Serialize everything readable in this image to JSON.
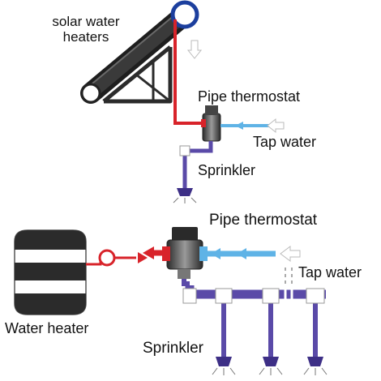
{
  "top_system": {
    "solar_label_line1": "solar water",
    "solar_label_line2": "heaters",
    "thermostat_label": "Pipe thermostat",
    "tap_label": "Tap water",
    "sprinkler_label": "Sprinkler"
  },
  "bottom_system": {
    "thermostat_label": "Pipe thermostat",
    "tap_label": "Tap water",
    "heater_label": "Water heater",
    "sprinkler_label": "Sprinkler"
  },
  "colors": {
    "hot_pipe": "#d8232a",
    "cold_pipe": "#5fb3e6",
    "mixed_pipe": "#5a4aa8",
    "heater_body": "#2b2b2b",
    "panel_blue": "#1c3f9e"
  }
}
